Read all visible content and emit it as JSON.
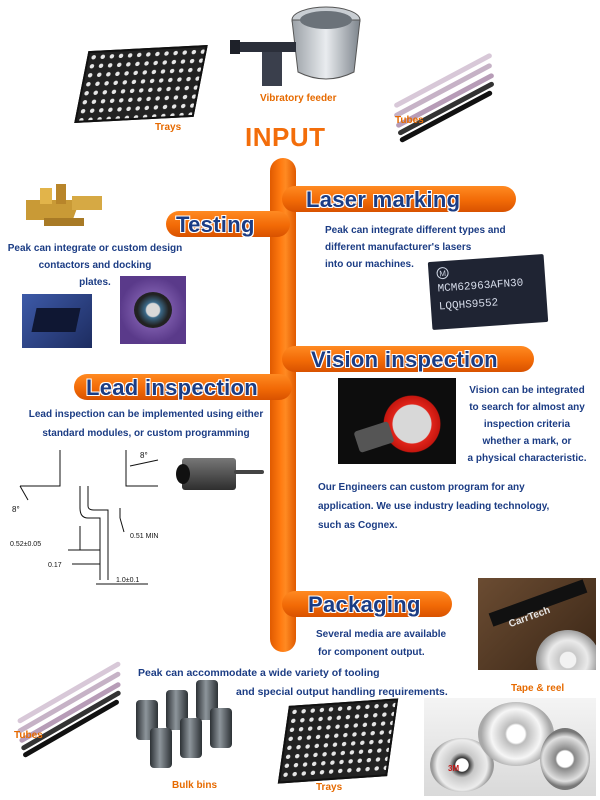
{
  "title": "INPUT",
  "top_images": {
    "trays_caption": "Trays",
    "feeder_caption": "Vibratory feeder",
    "tubes_caption": "Tubes"
  },
  "laser": {
    "heading": "Laser marking",
    "text_line1": "Peak can integrate  different types and",
    "text_line2": "different manufacturer's lasers",
    "text_line3": "into our machines.",
    "chip_line1": "MCM62963AFN30",
    "chip_line2": "LQQHS9552"
  },
  "testing": {
    "heading": "Testing",
    "text_line1": "Peak can integrate or custom design",
    "text_line2": "contactors and docking",
    "text_line3": "plates."
  },
  "vision": {
    "heading": "Vision inspection",
    "text_line1": "Vision can be integrated",
    "text_line2": "to search for almost any",
    "text_line3": "inspection criteria",
    "text_line4": "whether a mark, or",
    "text_line5": "a physical characteristic.",
    "text2_line1": "Our Engineers can custom program for any",
    "text2_line2": "application.  We use industry leading technology,",
    "text2_line3": "such as Cognex."
  },
  "lead": {
    "heading": "Lead inspection",
    "text_line1": "Lead inspection can be implemented using either",
    "text_line2": "standard modules, or custom programming",
    "dim_angle_top": "8°",
    "dim_angle_left": "8°",
    "dim_min": "0.51 MIN",
    "dim_width": "0.52±0.05",
    "dim_017": "0.17",
    "dim_pitch": "1.0±0.1"
  },
  "packaging": {
    "heading": "Packaging",
    "text_line1": "Several media are available",
    "text_line2": "for component output.",
    "tape_caption": "Tape & reel",
    "reel_brand": "CarrTech"
  },
  "output": {
    "text_line1": "Peak can accommodate a wide variety of tooling",
    "text_line2": "and special output handling requirements.",
    "tubes_caption": "Tubes",
    "bins_caption": "Bulk bins",
    "trays_caption": "Trays",
    "reel_brand": "3M"
  },
  "colors": {
    "orange": "#f36d0a",
    "navy": "#1b3c84"
  }
}
